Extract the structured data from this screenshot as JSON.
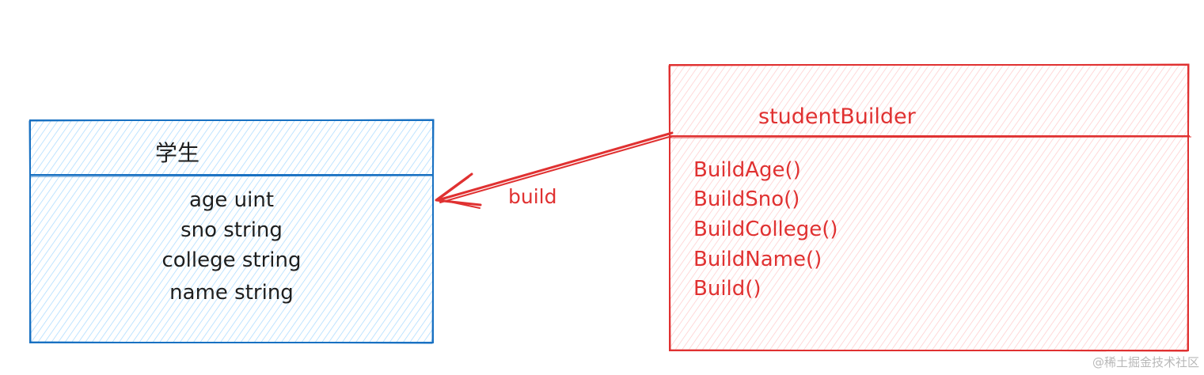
{
  "nodes": {
    "student": {
      "title": "学生",
      "fields": [
        "age uint",
        "sno string",
        "college string",
        "name string"
      ],
      "stroke": "#1971c2",
      "fill": "#a5d8ff"
    },
    "student_builder": {
      "title": "studentBuilder",
      "methods": [
        "BuildAge()",
        "BuildSno()",
        "BuildCollege()",
        "BuildName()",
        "Build()"
      ],
      "stroke": "#e03131",
      "fill": "#ffc9c9"
    }
  },
  "edges": [
    {
      "from": "studentBuilder",
      "to": "学生",
      "label": "build",
      "color": "#e03131"
    }
  ],
  "watermark": "@稀土掘金技术社区"
}
